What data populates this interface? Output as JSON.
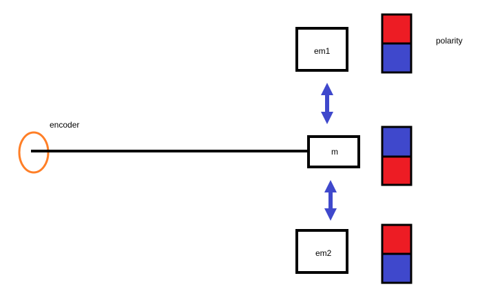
{
  "labels": {
    "encoder": "encoder",
    "polarity": "polarity",
    "em1": "em1",
    "m": "m",
    "em2": "em2"
  },
  "polarity_stacks": [
    {
      "id": "em1",
      "top": "red",
      "bottom": "blue"
    },
    {
      "id": "m",
      "top": "blue",
      "bottom": "red"
    },
    {
      "id": "em2",
      "top": "red",
      "bottom": "blue"
    }
  ],
  "colors": {
    "red": "#ed1c24",
    "blue": "#3f48cc",
    "arrow": "#3f48cc",
    "encoder": "#ff7f27",
    "stroke": "#000000"
  }
}
